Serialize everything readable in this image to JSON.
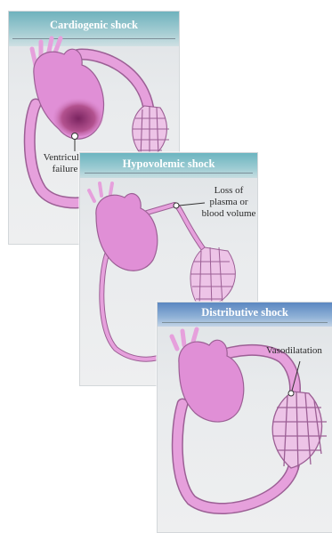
{
  "panels": [
    {
      "title": "Cardiogenic shock",
      "annotation": "Ventricular failure"
    },
    {
      "title": "Hypovolemic shock",
      "annotation": "Loss of plasma or blood volume"
    },
    {
      "title": "Distributive shock",
      "annotation": "Vasodilatation"
    }
  ],
  "colors": {
    "heart": "#e08fd6",
    "vessel": "#e6a0dc",
    "outline": "#9c5f95",
    "ventricle_damage": "#8c2e6e",
    "cardiogenic_header": "#6fb2bd",
    "hypovolemic_header": "#6cb5c0",
    "distributive_header": "#5b87c1"
  }
}
